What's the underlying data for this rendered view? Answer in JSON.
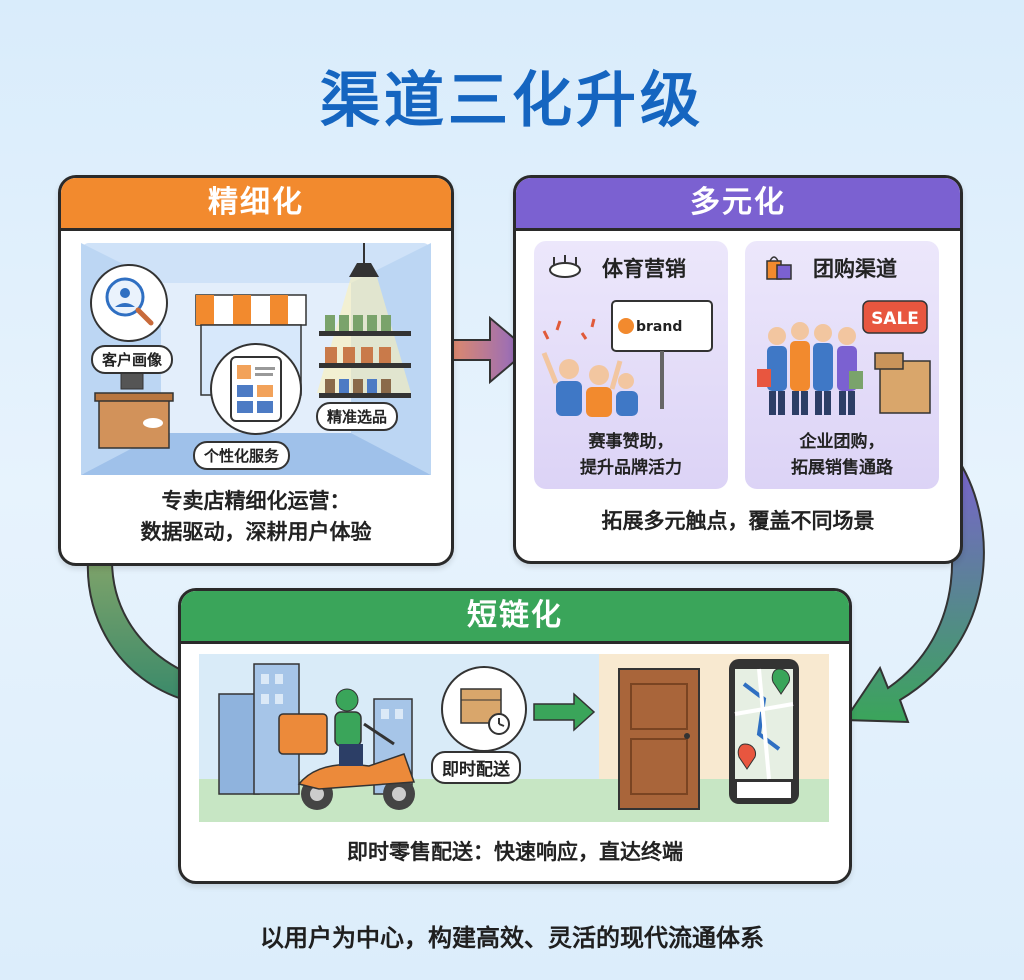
{
  "title": "渠道三化升级",
  "panels": {
    "refine": {
      "title": "精细化",
      "labels": {
        "customer_profile": "客户画像",
        "personalized_service": "个性化服务",
        "precise_selection": "精准选品"
      },
      "caption_line1": "专卖店精细化运营：",
      "caption_line2": "数据驱动，深耕用户体验",
      "color": "#f28a2e"
    },
    "diverse": {
      "title": "多元化",
      "sports": {
        "title": "体育营销",
        "billboard": "brand",
        "caption_line1": "赛事赞助，",
        "caption_line2": "提升品牌活力"
      },
      "group": {
        "title": "团购渠道",
        "sale": "SALE",
        "caption_line1": "企业团购，",
        "caption_line2": "拓展销售通路"
      },
      "caption": "拓展多元触点，覆盖不同场景",
      "color": "#7b61d1"
    },
    "short": {
      "title": "短链化",
      "delivery_label": "即时配送",
      "caption": "即时零售配送：快速响应，直达终端",
      "color": "#3aa55a"
    }
  },
  "footer": "以用户为中心，构建高效、灵活的现代流通体系",
  "icons": [
    "magnifier-user-icon",
    "tablet-icon",
    "stadium-icon",
    "shopping-bags-icon",
    "package-clock-icon",
    "map-pin-icon"
  ]
}
